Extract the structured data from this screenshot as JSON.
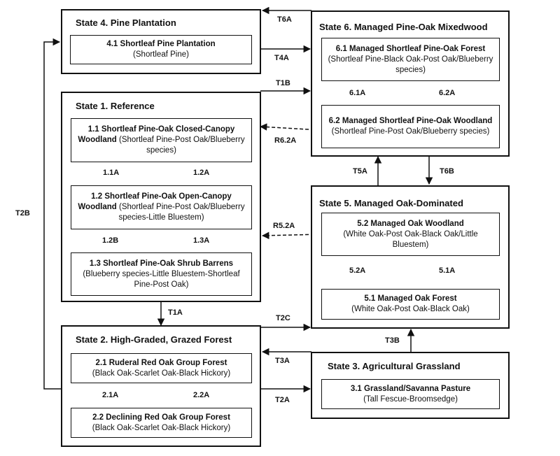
{
  "states": {
    "s4": {
      "title": "State 4. Pine Plantation",
      "p41": {
        "name": "4.1 Shortleaf Pine Plantation",
        "species": "(Shortleaf Pine)"
      }
    },
    "s6": {
      "title": "State 6. Managed Pine-Oak Mixedwood",
      "p61": {
        "name": "6.1 Managed Shortleaf Pine-Oak Forest",
        "species": "(Shortleaf Pine-Black Oak-Post Oak/Blueberry species)"
      },
      "p62": {
        "name": "6.2 Managed Shortleaf Pine-Oak Woodland",
        "species": "(Shortleaf Pine-Post Oak/Blueberry species)"
      }
    },
    "s1": {
      "title": "State 1. Reference",
      "p11": {
        "name": "1.1 Shortleaf Pine-Oak Closed-Canopy Woodland",
        "species": "(Shortleaf Pine-Post Oak/Blueberry species)"
      },
      "p12": {
        "name": "1.2 Shortleaf Pine-Oak Open-Canopy Woodland",
        "species": "(Shortleaf Pine-Post Oak/Blueberry species-Little Bluestem)"
      },
      "p13": {
        "name": "1.3 Shortleaf Pine-Oak Shrub Barrens",
        "species": "(Blueberry species-Little Bluestem-Shortleaf Pine-Post Oak)"
      }
    },
    "s5": {
      "title": "State 5. Managed Oak-Dominated",
      "p52": {
        "name": "5.2 Managed Oak Woodland",
        "species": "(White Oak-Post Oak-Black Oak/Little Bluestem)"
      },
      "p51": {
        "name": "5.1 Managed Oak Forest",
        "species": "(White Oak-Post Oak-Black Oak)"
      }
    },
    "s2": {
      "title": "State 2. High-Graded, Grazed Forest",
      "p21": {
        "name": "2.1 Ruderal Red Oak Group Forest",
        "species": "(Black Oak-Scarlet Oak-Black Hickory)"
      },
      "p22": {
        "name": "2.2 Declining Red Oak Group Forest",
        "species": "(Black Oak-Scarlet Oak-Black Hickory)"
      }
    },
    "s3": {
      "title": "State 3. Agricultural Grassland",
      "p31": {
        "name": "3.1 Grassland/Savanna Pasture",
        "species": "(Tall Fescue-Broomsedge)"
      }
    }
  },
  "transitions": {
    "t6a": "T6A",
    "t4a": "T4A",
    "t1b": "T1B",
    "r62a": "R6.2A",
    "t2b": "T2B",
    "t5a": "T5A",
    "t6b": "T6B",
    "r52a": "R5.2A",
    "t1a": "T1A",
    "t2c": "T2C",
    "t3b": "T3B",
    "t3a": "T3A",
    "t2a": "T2A",
    "a11": "1.1A",
    "a12": "1.2A",
    "b12": "1.2B",
    "a13": "1.3A",
    "a61": "6.1A",
    "a62": "6.2A",
    "a52": "5.2A",
    "a51": "5.1A",
    "a21": "2.1A",
    "a22": "2.2A"
  }
}
